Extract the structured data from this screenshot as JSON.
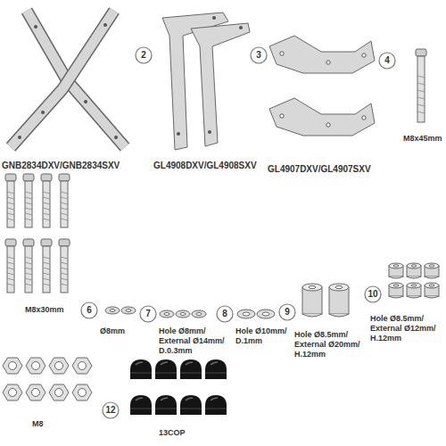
{
  "diagram": {
    "labels": [
      "GNB2834DXV/GNB2834SXV",
      "2",
      "GL4908DXV/GL4908SXV",
      "3",
      "GL4907DXV/GL4907SXV",
      "4",
      "M8x45mm",
      "M8x30mm",
      "6",
      "Ø8mm",
      "7",
      "Hole Ø8mm/ External Ø14mm/ D.0.3mm",
      "8",
      "Hole Ø10mm/ D.1mm",
      "9",
      "Hole Ø8.5mm/ External Ø20mm/ H.12mm",
      "10",
      "Hole Ø8.5mm/ External Ø12mm/ H.12mm",
      "M8",
      "12",
      "13COP"
    ]
  }
}
